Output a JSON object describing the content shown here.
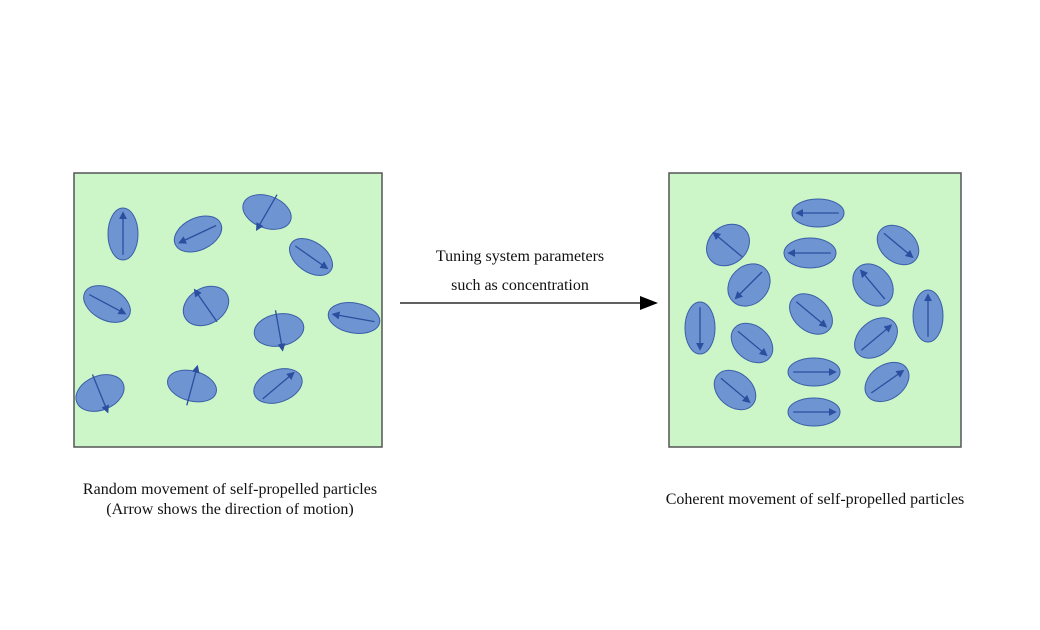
{
  "left_panel": {
    "caption_line1": "Random movement of self-propelled particles",
    "caption_line2": "(Arrow shows the direction of motion)"
  },
  "transition": {
    "label_line1": "Tuning system parameters",
    "label_line2": "such as concentration"
  },
  "right_panel": {
    "caption": "Coherent movement of self-propelled particles"
  },
  "colors": {
    "panel_fill": "#ccf5c8",
    "panel_stroke": "#555555",
    "particle_fill": "#6f94d2",
    "particle_stroke": "#3a5fa8",
    "particle_arrow": "#2b4f9e",
    "main_arrow": "#000000"
  }
}
